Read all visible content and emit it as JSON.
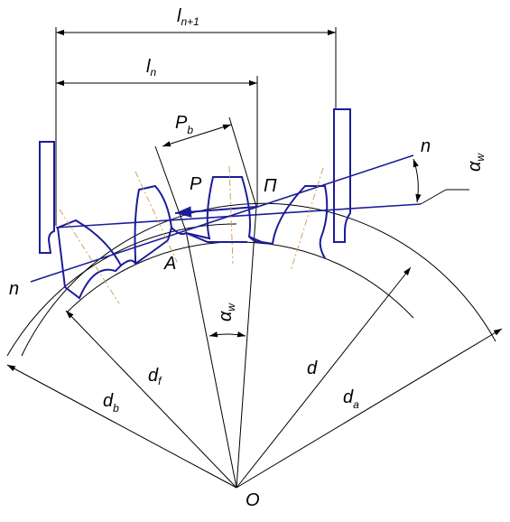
{
  "labels": {
    "l_n1_main": "l",
    "l_n1_sub": "n+1",
    "l_n_main": "l",
    "l_n_sub": "n",
    "p_b_main": "P",
    "p_b_sub": "b",
    "n_top": "n",
    "n_left": "n",
    "p": "P",
    "pole": "П",
    "a": "A",
    "o": "O",
    "alpha_main": "α",
    "alpha_sub": "w",
    "d": "d",
    "d_f_main": "d",
    "d_f_sub": "f",
    "d_b_main": "d",
    "d_b_sub": "b",
    "d_a_main": "d",
    "d_a_sub": "a"
  },
  "colors": {
    "line": "#000000",
    "gear": "#1c1c9a",
    "axis": "#c89a4a"
  }
}
